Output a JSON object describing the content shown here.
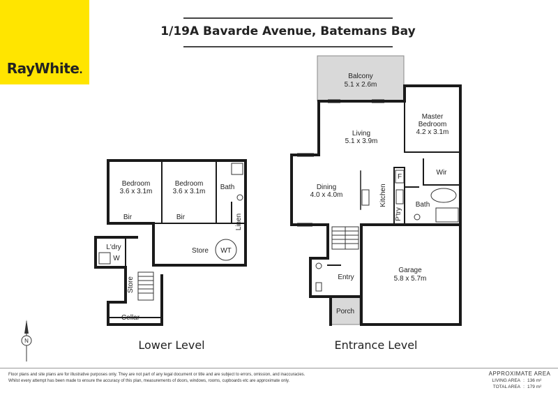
{
  "brand": {
    "logo_text": "RayWhite",
    "logo_dot": ".",
    "accent": "#ffe500"
  },
  "title": "1/19A Bavarde Avenue, Batemans Bay",
  "compass": {
    "label": "N"
  },
  "levels": {
    "lower": "Lower Level",
    "entrance": "Entrance Level"
  },
  "rooms": {
    "balcony": {
      "name": "Balcony",
      "dims": "5.1 x 2.6m"
    },
    "master": {
      "name1": "Master",
      "name2": "Bedroom",
      "dims": "4.2 x 3.1m"
    },
    "living": {
      "name": "Living",
      "dims": "5.1 x 3.9m"
    },
    "wir": "Wir",
    "fridge": "F",
    "dining": {
      "name": "Dining",
      "dims": "4.0 x 4.0m"
    },
    "kitchen": "Kitchen",
    "bath_upper": "Bath",
    "pantry": "P'try",
    "garage": {
      "name": "Garage",
      "dims": "5.8 x 5.7m"
    },
    "entry": "Entry",
    "porch": "Porch",
    "bed1": {
      "name": "Bedroom",
      "dims": "3.6 x 3.1m"
    },
    "bed2": {
      "name": "Bedroom",
      "dims": "3.6 x 3.1m"
    },
    "bath_lower": "Bath",
    "bir1": "Bir",
    "bir2": "Bir",
    "linen": "Linen",
    "laundry": "L'dry",
    "washer": "W",
    "store1": "Store",
    "store2": "Store",
    "water_tank": "WT",
    "cellar": "Cellar"
  },
  "footer": {
    "disclaimer1": "Floor plans and site plans are for illustrative purposes only. They are not part of any legal document or title and are subject to errors, omission, and inaccuracies.",
    "disclaimer2": "Whilst every attempt has been made to ensure the accuracy of this plan, measurements of doors, windows, rooms, cupboards etc are approximate only.",
    "area_title": "APPROXIMATE AREA",
    "living_label": "LIVING AREA",
    "living_value": "136 m²",
    "total_label": "TOTAL AREA",
    "total_value": "179 m²",
    "separator": ":"
  }
}
